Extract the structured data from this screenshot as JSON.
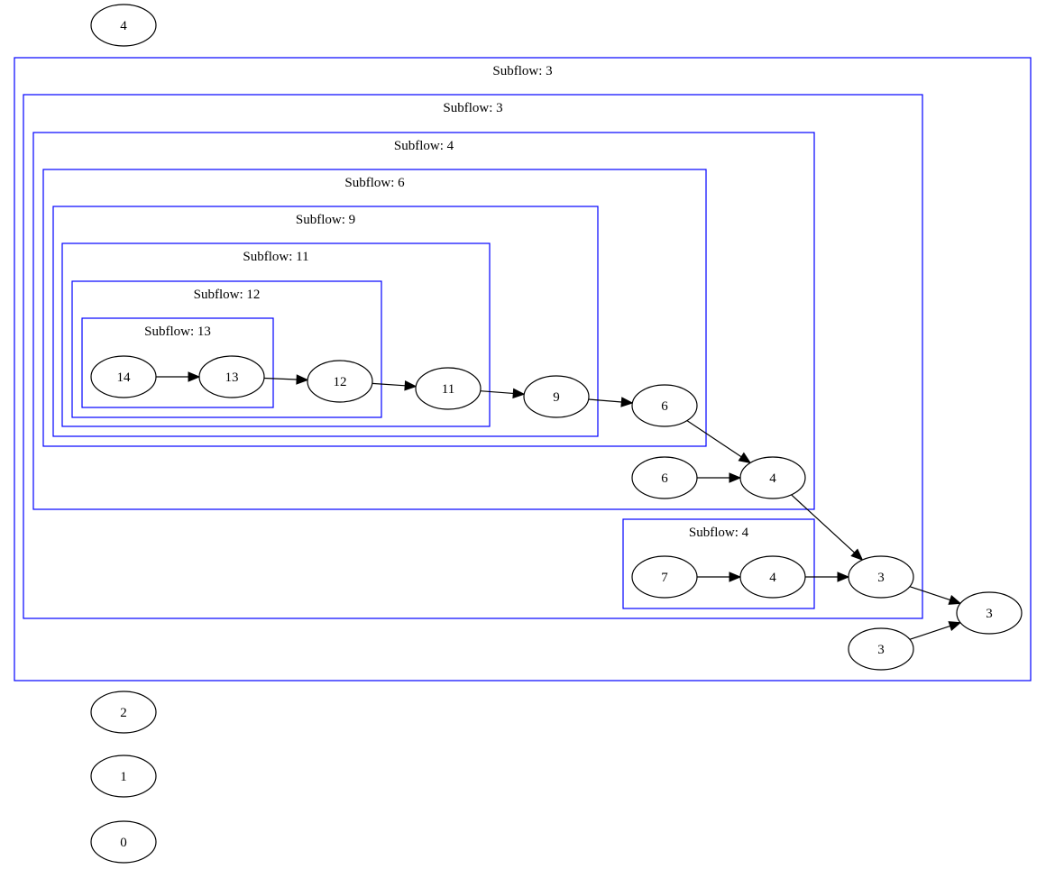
{
  "diagram": {
    "title": "",
    "clusters": [
      {
        "id": "c0",
        "label": "Subflow: 3"
      },
      {
        "id": "c1",
        "label": "Subflow: 3"
      },
      {
        "id": "c2",
        "label": "Subflow: 4"
      },
      {
        "id": "c3",
        "label": "Subflow: 6"
      },
      {
        "id": "c4",
        "label": "Subflow: 9"
      },
      {
        "id": "c5",
        "label": "Subflow: 11"
      },
      {
        "id": "c6",
        "label": "Subflow: 12"
      },
      {
        "id": "c7",
        "label": "Subflow: 13"
      },
      {
        "id": "c8",
        "label": "Subflow: 4"
      }
    ],
    "nodes": [
      {
        "id": "top4",
        "label": "4"
      },
      {
        "id": "n14",
        "label": "14"
      },
      {
        "id": "n13",
        "label": "13"
      },
      {
        "id": "n12",
        "label": "12"
      },
      {
        "id": "n11",
        "label": "11"
      },
      {
        "id": "n9",
        "label": "9"
      },
      {
        "id": "n6a",
        "label": "6"
      },
      {
        "id": "n6b",
        "label": "6"
      },
      {
        "id": "n4a",
        "label": "4"
      },
      {
        "id": "n7",
        "label": "7"
      },
      {
        "id": "n4b",
        "label": "4"
      },
      {
        "id": "n3a",
        "label": "3"
      },
      {
        "id": "n3b",
        "label": "3"
      },
      {
        "id": "n3c",
        "label": "3"
      },
      {
        "id": "b2",
        "label": "2"
      },
      {
        "id": "b1",
        "label": "1"
      },
      {
        "id": "b0",
        "label": "0"
      }
    ],
    "edges": [
      {
        "from": "n14",
        "to": "n13"
      },
      {
        "from": "n13",
        "to": "n12"
      },
      {
        "from": "n12",
        "to": "n11"
      },
      {
        "from": "n11",
        "to": "n9"
      },
      {
        "from": "n9",
        "to": "n6a"
      },
      {
        "from": "n6a",
        "to": "n4a"
      },
      {
        "from": "n6b",
        "to": "n4a"
      },
      {
        "from": "n4a",
        "to": "n3a"
      },
      {
        "from": "n7",
        "to": "n4b"
      },
      {
        "from": "n4b",
        "to": "n3a"
      },
      {
        "from": "n3a",
        "to": "n3c"
      },
      {
        "from": "n3b",
        "to": "n3c"
      }
    ]
  }
}
